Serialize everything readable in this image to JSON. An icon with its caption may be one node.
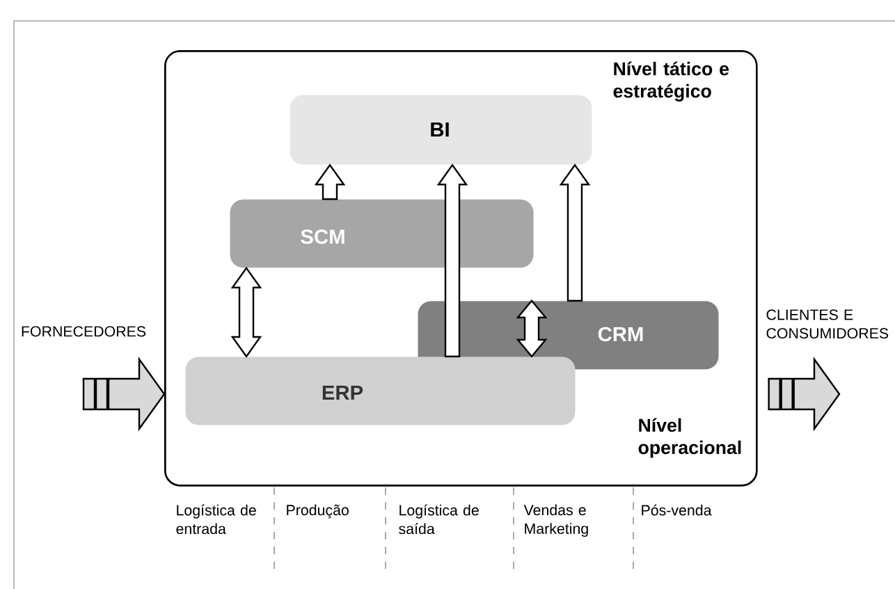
{
  "diagram": {
    "nodes": [
      {
        "text": [
          "Nível tático e estratégico",
          "Nível operacional"
        ]
      },
      {
        "text": [
          "BI"
        ],
        "in": 0
      },
      {
        "text": [
          "SCM"
        ],
        "in": 0
      },
      {
        "text": [
          "CRM"
        ],
        "in": 0
      },
      {
        "text": [
          "ERP"
        ],
        "in": 0
      }
    ],
    "edges": [
      {
        "from": 2,
        "to": 1,
        "arrow": "to"
      },
      {
        "from": 4,
        "to": 1,
        "arrow": "to"
      },
      {
        "from": 3,
        "to": 1,
        "arrow": "to"
      },
      {
        "from": 2,
        "to": 4,
        "arrow": "both"
      },
      {
        "from": 3,
        "to": 4,
        "arrow": "both"
      },
      {
        "from": null,
        "to": 0,
        "arrow": "to"
      },
      {
        "from": 0,
        "to": null,
        "arrow": "to"
      }
    ],
    "labels": [
      "FORNECEDORES",
      "CLIENTES E CONSUMIDORES",
      "Logística de entrada",
      "Produção",
      "Logística de saída",
      "Vendas e Marketing",
      "Pós-venda"
    ]
  }
}
